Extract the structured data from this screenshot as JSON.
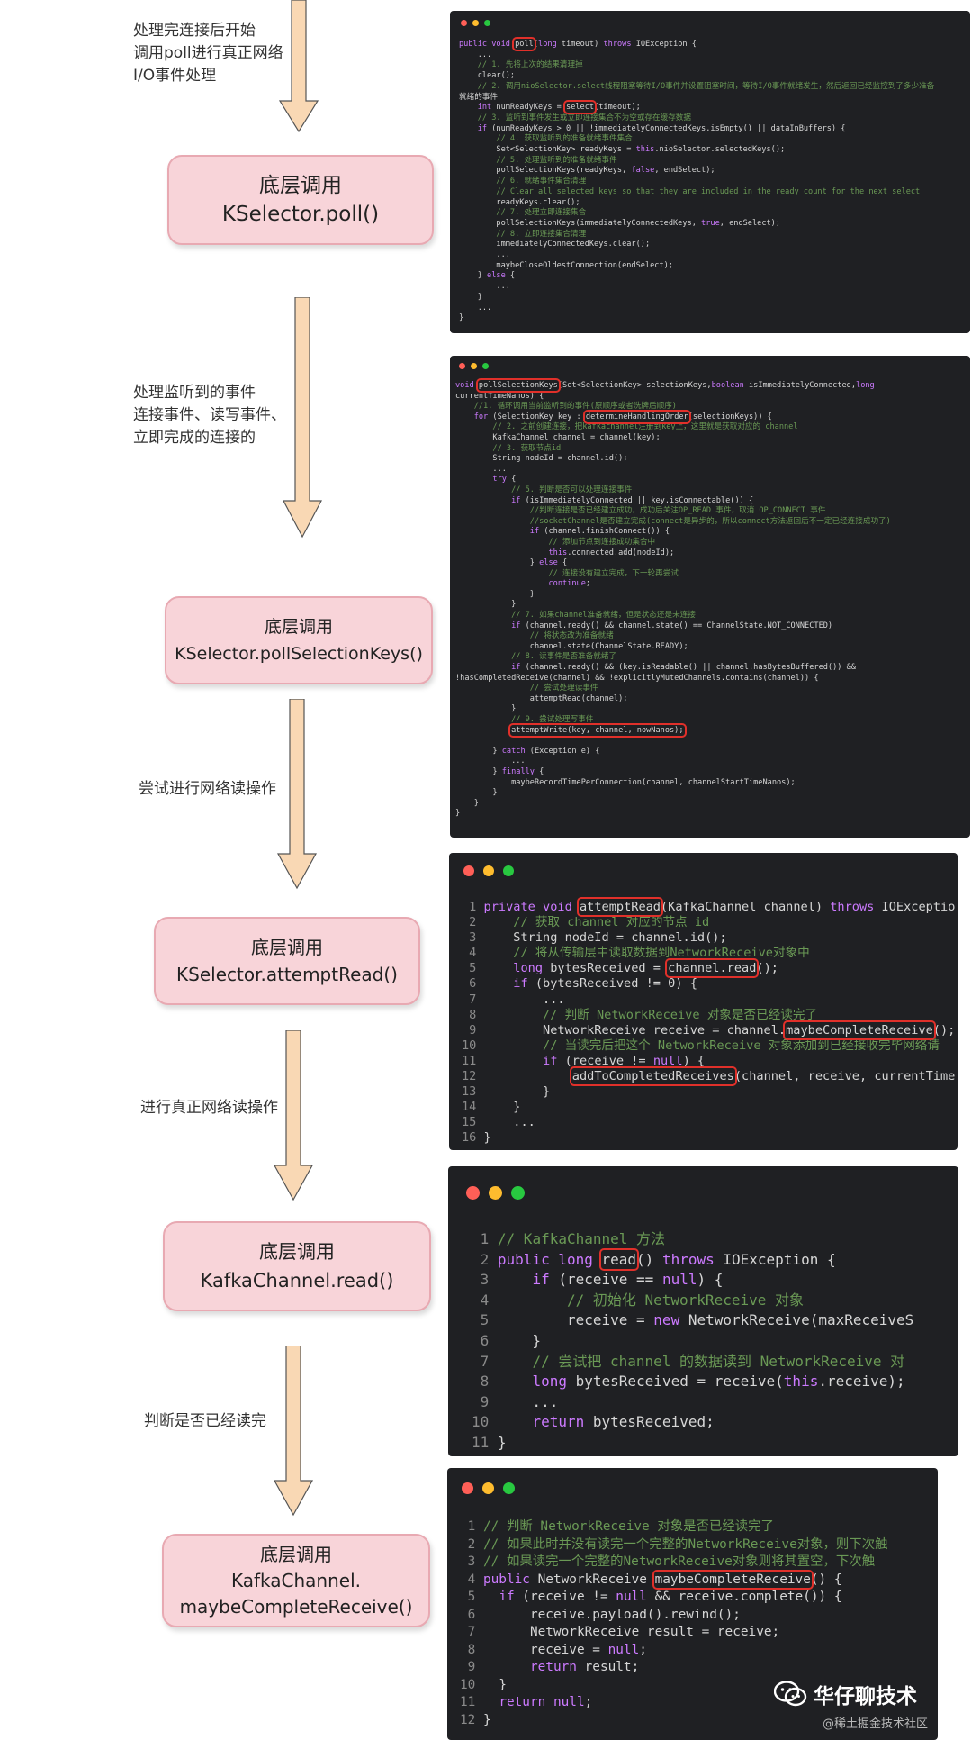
{
  "notes": [
    {
      "id": "n1",
      "text": "处理完连接后开始\n调用poll进行真正网络\nI/O事件处理"
    },
    {
      "id": "n2",
      "text": "处理监听到的事件\n连接事件、读写事件、\n立即完成的连接的"
    },
    {
      "id": "n3",
      "text": "尝试进行网络读操作"
    },
    {
      "id": "n4",
      "text": "进行真正网络读操作"
    },
    {
      "id": "n5",
      "text": "判断是否已经读完"
    }
  ],
  "callboxes": [
    {
      "id": "c1",
      "line1": "底层调用",
      "line2": "KSelector.poll()"
    },
    {
      "id": "c2",
      "line1": "底层调用",
      "line2": "KSelector.pollSelectionKeys()"
    },
    {
      "id": "c3",
      "line1": "底层调用",
      "line2": "KSelector.attemptRead()"
    },
    {
      "id": "c4",
      "line1": "底层调用",
      "line2": "KafkaChannel.read()"
    },
    {
      "id": "c5",
      "line1": "底层调用",
      "line2": "KafkaChannel.",
      "line3": "maybeCompleteReceive()"
    }
  ],
  "panel1": [
    "public void poll(long timeout) throws IOException {",
    "    ...",
    "    // 1. 先将上次的结果清理掉",
    "    clear();",
    "    // 2. 调用nioSelector.select线程阻塞等待I/O事件并设置阻塞时间，等待I/O事件就绪发生，然后返回已经监控到了多少准备",
    "就绪的事件",
    "    int numReadyKeys = select(timeout);",
    "    // 3. 监听到事件发生或立即连接集合不为空或存在缓存数据",
    "    if (numReadyKeys > 0 || !immediatelyConnectedKeys.isEmpty() || dataInBuffers) {",
    "        // 4. 获取监听到的准备就绪事件集合",
    "        Set<SelectionKey> readyKeys = this.nioSelector.selectedKeys();",
    "        // 5. 处理监听到的准备就绪事件",
    "        pollSelectionKeys(readyKeys, false, endSelect);",
    "        // 6. 就绪事件集合清理",
    "        // Clear all selected keys so that they are included in the ready count for the next select",
    "        readyKeys.clear();",
    "        // 7. 处理立即连接集合",
    "        pollSelectionKeys(immediatelyConnectedKeys, true, endSelect);",
    "        // 8. 立即连接集合清理",
    "        immediatelyConnectedKeys.clear();",
    "        ...",
    "        maybeCloseOldestConnection(endSelect);",
    "    } else {",
    "        ...",
    "    }",
    "    ...",
    "}"
  ],
  "panel2": [
    "void pollSelectionKeys(Set<SelectionKey> selectionKeys,boolean isImmediatelyConnected,long",
    "currentTimeNanos) {",
    "    //1. 循环调用当前监听到的事件(原顺序或者洗牌后顺序)",
    "    for (SelectionKey key : determineHandlingOrder(selectionKeys)) {",
    "        // 2. 之前创建连接，把kafkachannel注册到key上，这里就是获取对应的 channel",
    "        KafkaChannel channel = channel(key);",
    "        // 3. 获取节点id",
    "        String nodeId = channel.id();",
    "        ...",
    "        try {",
    "            // 5. 判断是否可以处理连接事件",
    "            if (isImmediatelyConnected || key.isConnectable()) {",
    "                //判断连接是否已经建立成功，成功后关注OP_READ 事件，取消 OP_CONNECT 事件",
    "                //socketChannel是否建立完成(connect是异步的，所以connect方法返回后不一定已经连接成功了)",
    "                if (channel.finishConnect()) {",
    "                    // 添加节点到连接成功集合中",
    "                    this.connected.add(nodeId);",
    "                } else {",
    "                    // 连接没有建立完成，下一轮再尝试",
    "                    continue;",
    "                }",
    "            }",
    "            // 7. 如果channel准备就绪，但是状态还是未连接",
    "            if (channel.ready() && channel.state() == ChannelState.NOT_CONNECTED)",
    "                // 将状态改为准备就绪",
    "                channel.state(ChannelState.READY);",
    "            // 8. 读事件是否准备就绪了",
    "            if (channel.ready() && (key.isReadable() || channel.hasBytesBuffered()) &&",
    "!hasCompletedReceive(channel) && !explicitlyMutedChannels.contains(channel)) {",
    "                // 尝试处理读事件",
    "                attemptRead(channel);",
    "            }",
    "            // 9. 尝试处理写事件",
    "            attemptWrite(key, channel, nowNanos);",
    "",
    "        } catch (Exception e) {",
    "            ...",
    "        } finally {",
    "            maybeRecordTimePerConnection(channel, channelStartTimeNanos);",
    "        }",
    "    }",
    "}"
  ],
  "panel3": [
    "private void attemptRead(KafkaChannel channel) throws IOExceptio",
    "    // 获取 channel 对应的节点 id",
    "    String nodeId = channel.id();",
    "    // 将从传输层中读取数据到NetworkReceive对象中",
    "    long bytesReceived = channel.read();",
    "    if (bytesReceived != 0) {",
    "        ...",
    "        // 判断 NetworkReceive 对象是否已经读完了",
    "        NetworkReceive receive = channel.maybeCompleteReceive();",
    "        // 当读完后把这个 NetworkReceive 对象添加到已经接收完毕网络请",
    "        if (receive != null) {",
    "            addToCompletedReceives(channel, receive, currentTime",
    "        }",
    "    }",
    "    ...",
    "}"
  ],
  "panel4": [
    "// KafkaChannel 方法",
    "public long read() throws IOException {",
    "    if (receive == null) {",
    "        // 初始化 NetworkReceive 对象",
    "        receive = new NetworkReceive(maxReceiveS",
    "    }",
    "    // 尝试把 channel 的数据读到 NetworkReceive 对",
    "    long bytesReceived = receive(this.receive);",
    "    ...",
    "    return bytesReceived;",
    "}"
  ],
  "panel5": [
    "// 判断 NetworkReceive 对象是否已经读完了",
    "// 如果此时并没有读完一个完整的NetworkReceive对象，则下次触",
    "// 如果读完一个完整的NetworkReceive对象则将其置空，下次触",
    "public NetworkReceive maybeCompleteReceive() {",
    "  if (receive != null && receive.complete()) {",
    "      receive.payload().rewind();",
    "      NetworkReceive result = receive;",
    "      receive = null;",
    "      return result;",
    "  }",
    "  return null;",
    "}"
  ],
  "watermark": {
    "brand": "华仔聊技术",
    "site": "@稀土掘金技术社区"
  },
  "colors": {
    "pink": "#f8d4d9",
    "arrow": "#f9d8b4",
    "codebg": "#1f2023",
    "highlight": "#e0302a"
  }
}
